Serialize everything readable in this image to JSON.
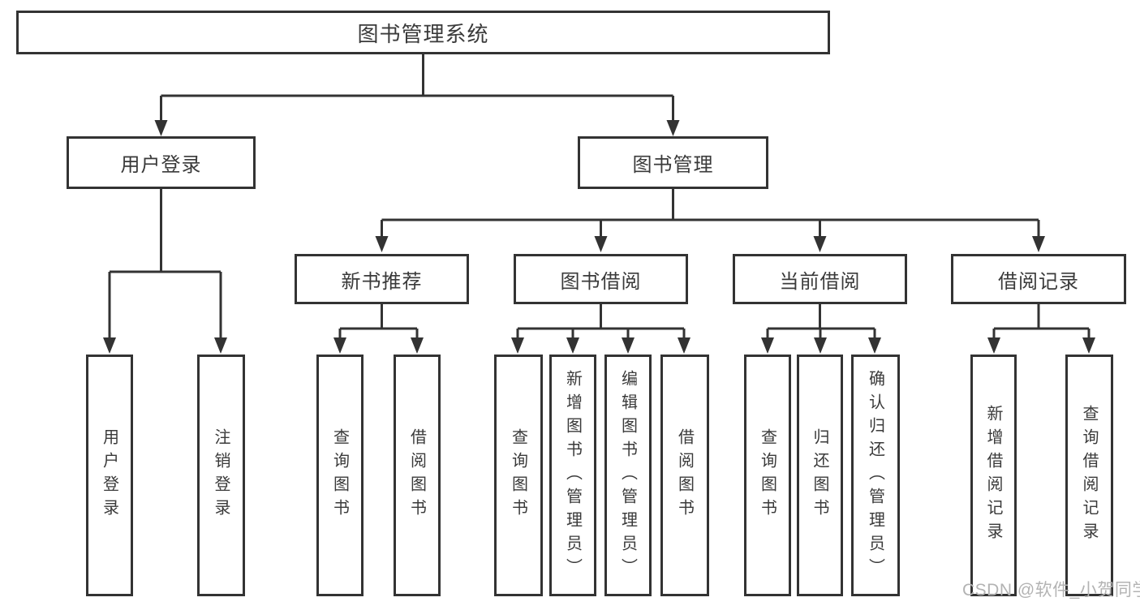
{
  "diagram": {
    "title": "图书管理系统",
    "tree": {
      "label": "图书管理系统",
      "children": [
        {
          "label": "用户登录",
          "children": [
            {
              "label": "用户登录"
            },
            {
              "label": "注销登录"
            }
          ]
        },
        {
          "label": "图书管理",
          "children": [
            {
              "label": "新书推荐",
              "children": [
                {
                  "label": "查询图书"
                },
                {
                  "label": "借阅图书"
                }
              ]
            },
            {
              "label": "图书借阅",
              "children": [
                {
                  "label": "查询图书"
                },
                {
                  "label": "新增图书（管理员）"
                },
                {
                  "label": "编辑图书（管理员）"
                },
                {
                  "label": "借阅图书"
                }
              ]
            },
            {
              "label": "当前借阅",
              "children": [
                {
                  "label": "查询图书"
                },
                {
                  "label": "归还图书"
                },
                {
                  "label": "确认归还（管理员）"
                }
              ]
            },
            {
              "label": "借阅记录",
              "children": [
                {
                  "label": "新增借阅记录"
                },
                {
                  "label": "查询借阅记录"
                }
              ]
            }
          ]
        }
      ]
    }
  },
  "watermark": {
    "text": "CSDN @软件_小贺同学"
  },
  "colors": {
    "line": "#333333",
    "text": "#3a3a3a",
    "watermark": "#b3b3b3",
    "background": "#ffffff"
  }
}
